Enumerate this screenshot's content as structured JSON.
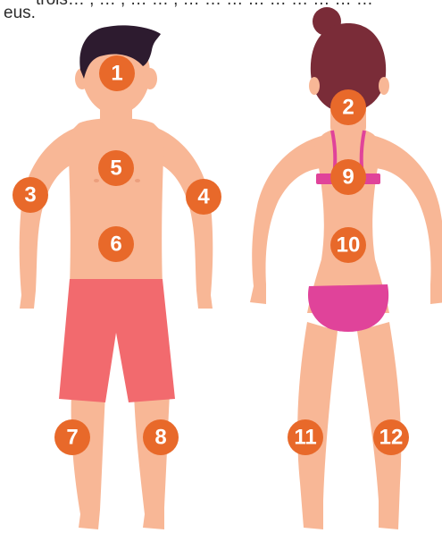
{
  "intro": {
    "cut_line": "trois… , … , … … , … … … … … … … … …",
    "second_line_fragment": "eus."
  },
  "colors": {
    "skin": "#f8b796",
    "skin_shadow": "#ec9f7d",
    "hair_male": "#2d1b2f",
    "hair_female": "#7a2c38",
    "shorts": "#f26a6e",
    "bikini": "#e0439a",
    "badge": "#e8692a",
    "badge_text": "#ffffff"
  },
  "badges": [
    {
      "label": "1",
      "zone": "face"
    },
    {
      "label": "2",
      "zone": "nape"
    },
    {
      "label": "3",
      "zone": "right-arm"
    },
    {
      "label": "4",
      "zone": "left-arm"
    },
    {
      "label": "5",
      "zone": "chest"
    },
    {
      "label": "6",
      "zone": "abdomen"
    },
    {
      "label": "7",
      "zone": "right-leg-front"
    },
    {
      "label": "8",
      "zone": "left-leg-front"
    },
    {
      "label": "9",
      "zone": "upper-back"
    },
    {
      "label": "10",
      "zone": "lower-back"
    },
    {
      "label": "11",
      "zone": "left-leg-back"
    },
    {
      "label": "12",
      "zone": "right-leg-back"
    }
  ]
}
